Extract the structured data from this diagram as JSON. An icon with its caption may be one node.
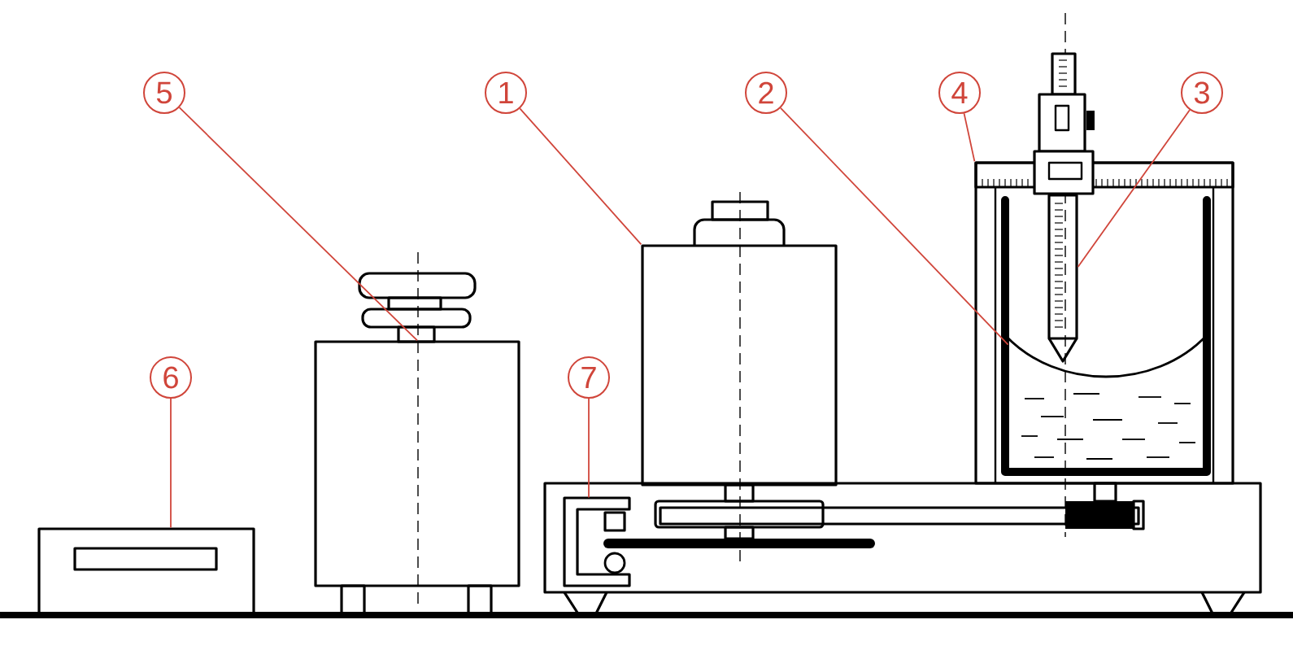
{
  "diagram": {
    "nodes": [
      {
        "text": [
          "5"
        ]
      },
      {
        "text": [
          "1"
        ]
      },
      {
        "text": [
          "2"
        ]
      },
      {
        "text": [
          "4"
        ]
      },
      {
        "text": [
          "3"
        ]
      },
      {
        "text": [
          "6"
        ]
      },
      {
        "text": [
          "7"
        ]
      },
      {
        "text": [],
        "shape": "box"
      },
      {
        "text": [],
        "shape": "box"
      },
      {
        "text": [],
        "shape": "liquid"
      },
      {
        "text": [],
        "shape": "bar"
      },
      {
        "text": [],
        "shape": "needle"
      },
      {
        "text": [],
        "shape": "box"
      },
      {
        "text": [],
        "shape": "clamp"
      }
    ],
    "edges": [
      {
        "from": 0,
        "to": 7,
        "arrow": "none"
      },
      {
        "from": 1,
        "to": 8,
        "arrow": "none"
      },
      {
        "from": 2,
        "to": 9,
        "arrow": "none"
      },
      {
        "from": 3,
        "to": 10,
        "arrow": "none"
      },
      {
        "from": 4,
        "to": 11,
        "arrow": "none"
      },
      {
        "from": 5,
        "to": 12,
        "arrow": "none"
      },
      {
        "from": 6,
        "to": 13,
        "arrow": "none"
      }
    ]
  }
}
